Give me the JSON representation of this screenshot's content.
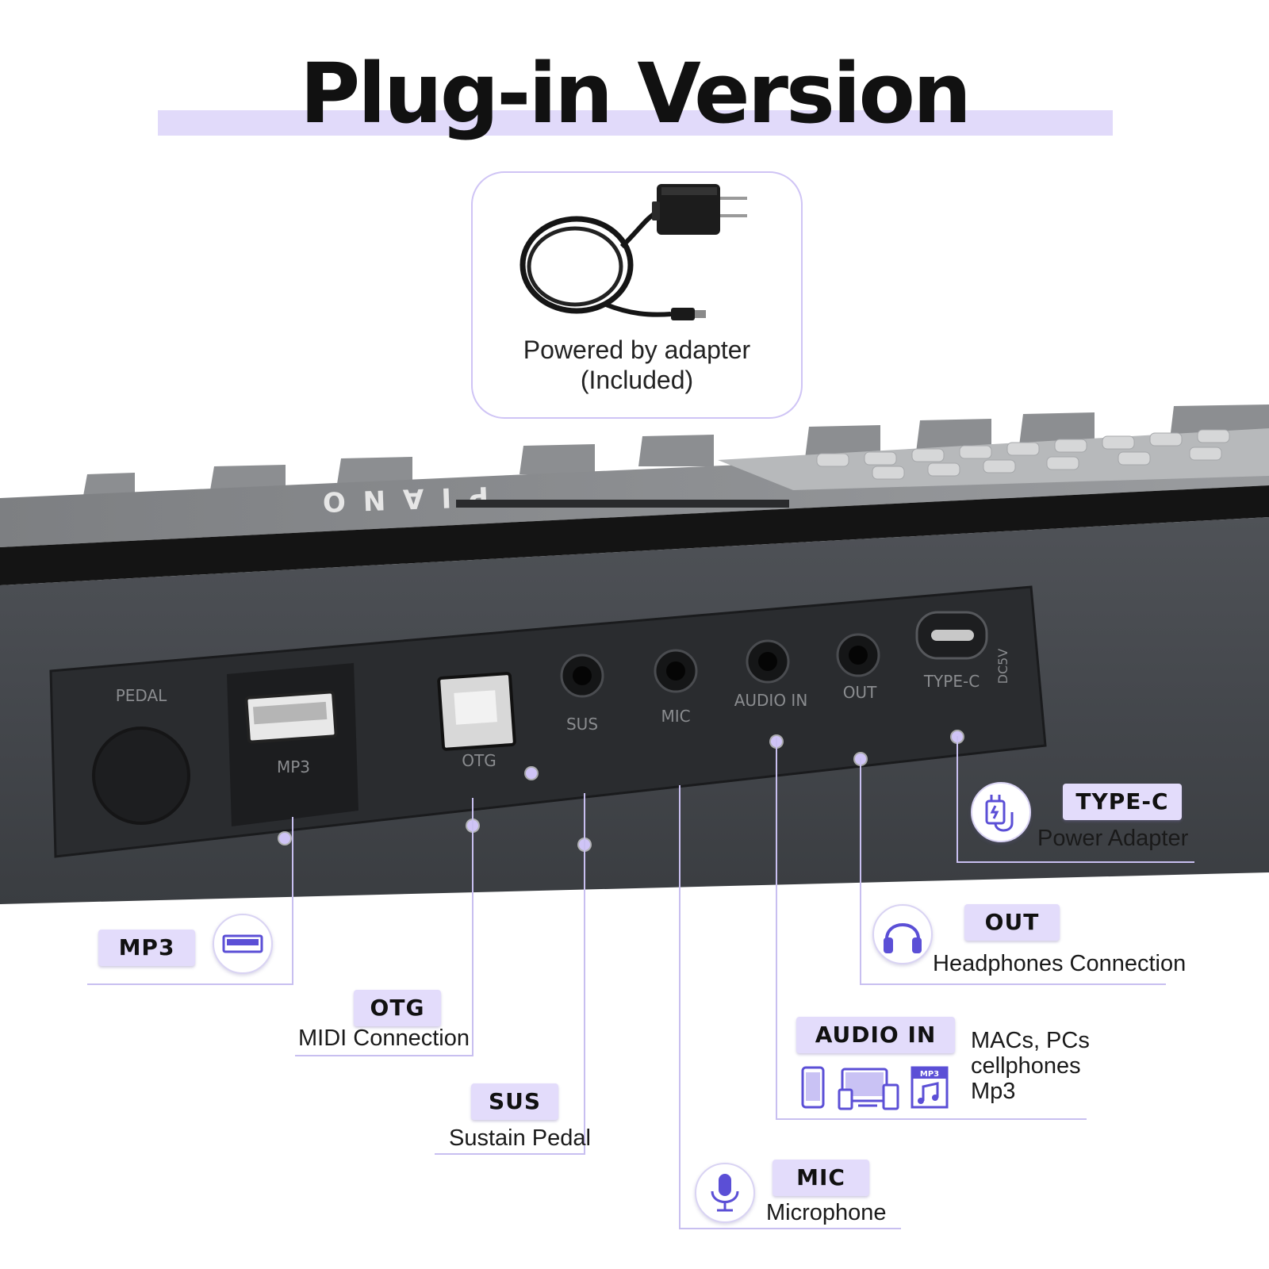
{
  "header": {
    "title": "Plug-in Version"
  },
  "adapter": {
    "caption_line1": "Powered by adapter",
    "caption_line2": "(Included)"
  },
  "keyboard": {
    "brand": "PIANO",
    "port_labels": {
      "pedal": "PEDAL",
      "mp3": "MP3",
      "otg": "OTG",
      "sus": "SUS",
      "mic": "MIC",
      "audio_in": "AUDIO IN",
      "out": "OUT",
      "type_c": "TYPE-C",
      "dc": "DC5V"
    }
  },
  "callouts": {
    "type_c": {
      "label": "TYPE-C",
      "desc": "Power Adapter",
      "icon": "power-plug-icon"
    },
    "out": {
      "label": "OUT",
      "desc": "Headphones Connection",
      "icon": "headphones-icon"
    },
    "audio_in": {
      "label": "AUDIO IN",
      "desc_lines": [
        "MACs, PCs",
        "cellphones",
        "Mp3"
      ],
      "icons": [
        "phone-icon",
        "devices-icon",
        "mp3-file-icon"
      ],
      "mp3_tag": "MP3"
    },
    "mp3": {
      "label": "MP3",
      "icon": "usb-icon"
    },
    "otg": {
      "label": "OTG",
      "desc": "MIDI Connection"
    },
    "sus": {
      "label": "SUS",
      "desc": "Sustain Pedal"
    },
    "mic": {
      "label": "MIC",
      "desc": "Microphone",
      "icon": "microphone-icon"
    }
  },
  "colors": {
    "accent": "#e1dafa",
    "accent_icon": "#5b4fd6",
    "keyboard_body": "#4a4d52",
    "panel": "#2b2d30"
  }
}
